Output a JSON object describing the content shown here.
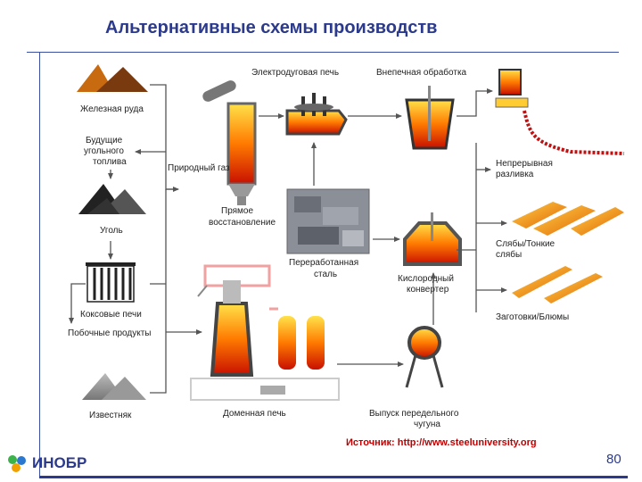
{
  "page": {
    "title": "Альтернативные схемы производств",
    "source": "Источник: http://www.steeluniversity.org",
    "logo_text": "ИНОБР",
    "page_number": "80"
  },
  "labels": {
    "iron_ore": "Железная руда",
    "future_fuel_1": "Будущие",
    "future_fuel_2": "угольного",
    "future_fuel_3": "топлива",
    "coal": "Уголь",
    "coke_ovens": "Коксовые печи",
    "byproducts": "Побочные продукты",
    "limestone": "Известняк",
    "eaf": "Электродуговая печь",
    "ladle": "Внепечная обработка",
    "natural_gas": "Природный газ",
    "dri_1": "Прямое",
    "dri_2": "восстановление",
    "scrap_1": "Переработанная",
    "scrap_2": "сталь",
    "bof_1": "Кислородный",
    "bof_2": "конвертер",
    "blast_furnace": "Доменная печь",
    "pig_iron_1": "Выпуск передельного",
    "pig_iron_2": "чугуна",
    "continuous_1": "Непрерывная",
    "continuous_2": "разливка",
    "slabs_1": "Слябы/Тонкие",
    "slabs_2": "слябы",
    "billets": "Заготовки/Блюмы"
  },
  "colors": {
    "accent": "#2b3a8c",
    "source": "#c00000",
    "hot_metal": "#ff6a00",
    "ore": "#8a4a1a"
  }
}
